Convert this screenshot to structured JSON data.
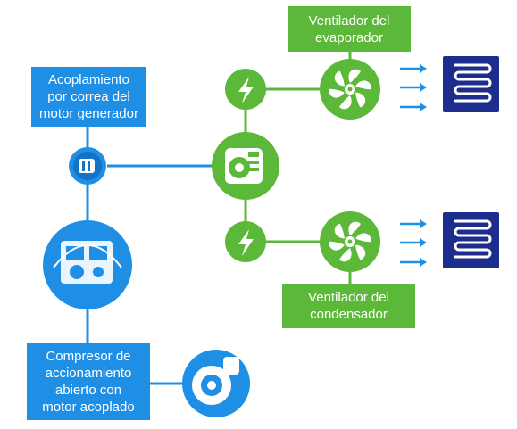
{
  "colors": {
    "blue": "#1f8fe6",
    "blue_dark": "#1373c4",
    "green": "#5bb839",
    "navy": "#1d2d8c",
    "arrow_blue": "#1f8fe6",
    "line": "#1f8fe6",
    "green_line": "#5bb839"
  },
  "labels": {
    "belt_coupling": [
      "Acoplamiento",
      "por correa del",
      "motor generador"
    ],
    "open_compressor": [
      "Compresor de",
      "accionamiento",
      "abierto con",
      "motor acoplado"
    ],
    "evaporator_fan": [
      "Ventilador del",
      "evaporador"
    ],
    "condenser_fan": [
      "Ventilador del",
      "condensador"
    ]
  },
  "icons": {
    "power_top": "lightning-bolt-icon",
    "power_bottom": "lightning-bolt-icon",
    "fan_top": "fan-icon",
    "fan_bottom": "fan-icon",
    "coil_top": "serpentine-coil-icon",
    "coil_bottom": "serpentine-coil-icon",
    "arrows": "right-arrow-icon"
  }
}
